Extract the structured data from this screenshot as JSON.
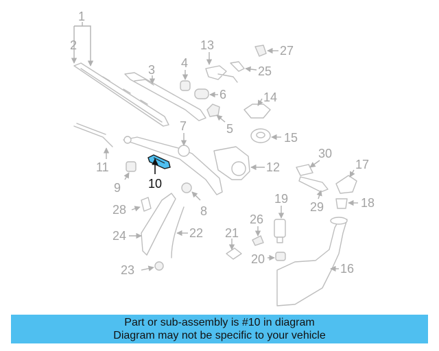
{
  "diagram": {
    "callouts": [
      "1",
      "2",
      "3",
      "4",
      "5",
      "6",
      "7",
      "8",
      "9",
      "10",
      "11",
      "12",
      "13",
      "14",
      "15",
      "16",
      "17",
      "18",
      "19",
      "20",
      "21",
      "22",
      "23",
      "24",
      "25",
      "26",
      "27",
      "28",
      "29",
      "30"
    ],
    "highlighted_part": "10",
    "highlight_color": "#4fbff0"
  },
  "banner": {
    "line1": "Part or sub-assembly is #10 in diagram",
    "line2": "Diagram may not be specific to your vehicle",
    "background": "#4fbff0"
  }
}
